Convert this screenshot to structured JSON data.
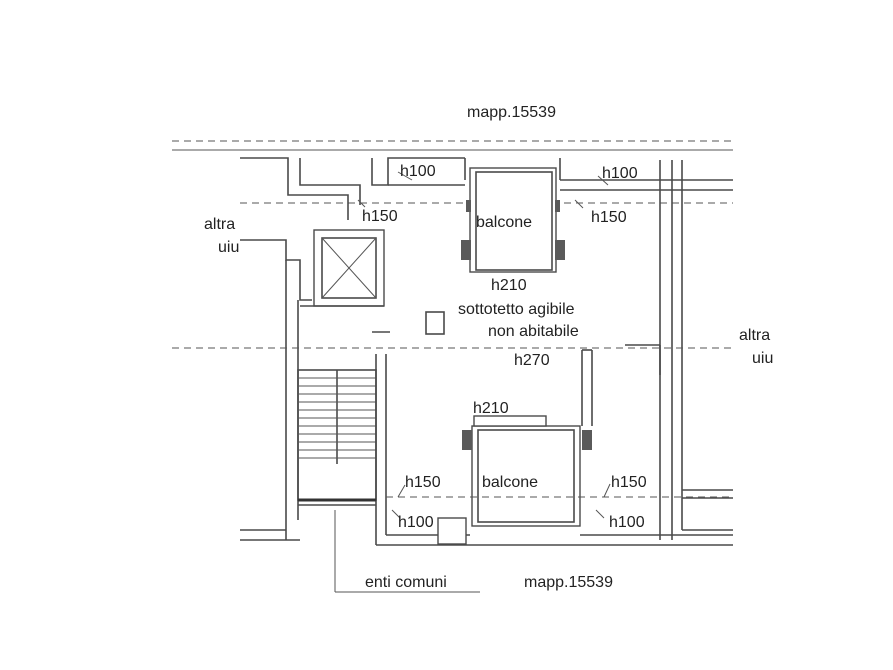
{
  "labels": {
    "mapp_top": "mapp.15539",
    "mapp_bottom": "mapp.15539",
    "altra_left_1": "altra",
    "altra_left_2": "uiu",
    "altra_right_1": "altra",
    "altra_right_2": "uiu",
    "balcone_top": "balcone",
    "balcone_bottom": "balcone",
    "h100_tl": "h100",
    "h100_tr": "h100",
    "h150_tl": "h150",
    "h150_tr": "h150",
    "h210_top": "h210",
    "room_line1": "sottotetto agibile",
    "room_line2": "non abitabile",
    "h270": "h270",
    "h210_bottom": "h210",
    "h150_bl": "h150",
    "h150_br": "h150",
    "h100_bl": "h100",
    "h100_br": "h100",
    "enti_comuni": "enti comuni"
  }
}
